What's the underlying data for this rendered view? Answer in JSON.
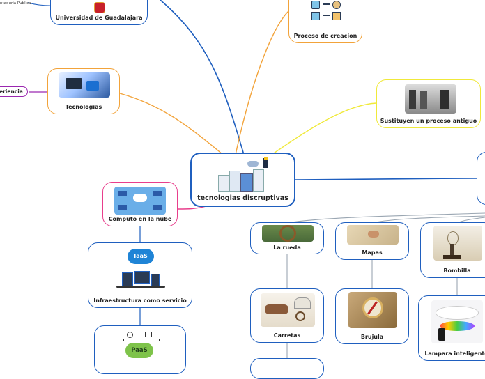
{
  "central": {
    "label": "tecnologias discruptivas"
  },
  "nodes": {
    "universidad": "Universidad de Guadalajara",
    "contaduria": "ntaduria Publica",
    "tecnologias": "Tecnologias",
    "experiencia": "eriencia",
    "proceso": "Proceso de creacion",
    "sustituyen": "Sustituyen un proceso antiguo",
    "nube": "Computo en la nube",
    "iaas": "Infraestructura como servicio",
    "iaas_icon_text": "IaaS",
    "paas_icon_text": "PaaS",
    "rueda": "La rueda",
    "mapas": "Mapas",
    "bombilla": "Bombilla",
    "carretas": "Carretas",
    "brujula": "Brujula",
    "lampara": "Lampara inteligente"
  },
  "colors": {
    "blue": "#1f5fbf",
    "orange": "#f2a33a",
    "yellow": "#f0e93a",
    "purple": "#9b27b0",
    "pink": "#e83e8c",
    "gray": "#9aa6b2"
  }
}
